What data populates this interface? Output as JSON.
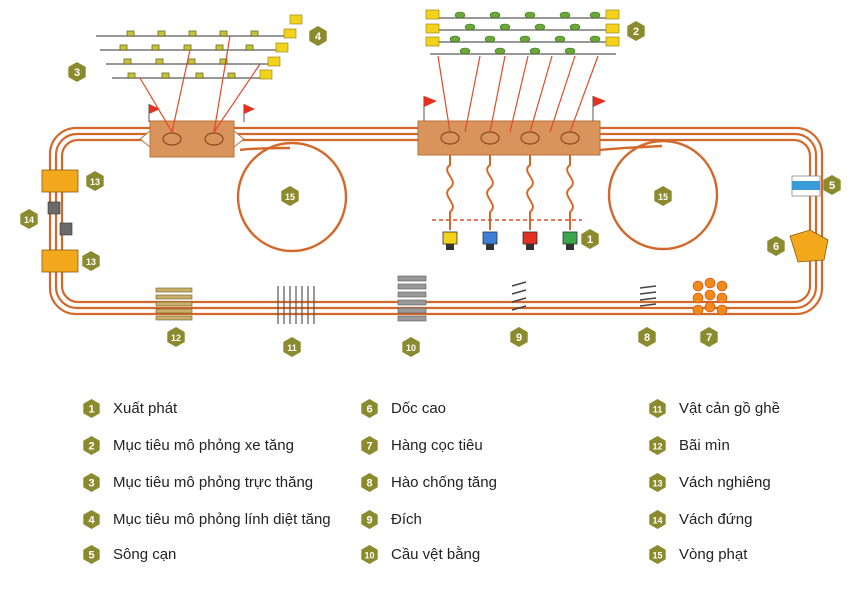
{
  "colors": {
    "track": "#d4682a",
    "platform": "#d9945c",
    "badge": "#8c8a2e",
    "flag": "#e53020",
    "water": "#3b9bd8",
    "laser": "#e04a2a"
  },
  "diagram": {
    "track_callouts": [
      {
        "id": "15",
        "name": "penalty-loop-left-number"
      },
      {
        "id": "15",
        "name": "penalty-loop-right-number"
      },
      {
        "id": "1",
        "name": "start-callout"
      },
      {
        "id": "2",
        "name": "tank-targets-callout"
      },
      {
        "id": "3",
        "name": "helicopter-targets-callout"
      },
      {
        "id": "4",
        "name": "infantry-targets-callout"
      },
      {
        "id": "5",
        "name": "dry-river-callout"
      },
      {
        "id": "6",
        "name": "steep-slope-callout"
      },
      {
        "id": "7",
        "name": "pylon-row-callout"
      },
      {
        "id": "8",
        "name": "anti-tank-ditch-callout"
      },
      {
        "id": "9",
        "name": "finish-callout"
      },
      {
        "id": "10",
        "name": "track-bridge-callout"
      },
      {
        "id": "11",
        "name": "log-obstacle-callout"
      },
      {
        "id": "12",
        "name": "minefield-callout"
      },
      {
        "id": "13",
        "name": "side-slope-upper-callout"
      },
      {
        "id": "13",
        "name": "side-slope-lower-callout"
      },
      {
        "id": "14",
        "name": "vertical-wall-callout"
      }
    ]
  },
  "legend": {
    "items": [
      {
        "num": "1",
        "label": "Xuất phát"
      },
      {
        "num": "2",
        "label": "Mục tiêu mô phỏng xe tăng"
      },
      {
        "num": "3",
        "label": "Mục tiêu mô phỏng trực thăng"
      },
      {
        "num": "4",
        "label": "Mục tiêu mô phỏng lính diệt tăng"
      },
      {
        "num": "5",
        "label": "Sông cạn"
      },
      {
        "num": "6",
        "label": "Dốc cao"
      },
      {
        "num": "7",
        "label": "Hàng cọc tiêu"
      },
      {
        "num": "8",
        "label": "Hào chống tăng"
      },
      {
        "num": "9",
        "label": "Đích"
      },
      {
        "num": "10",
        "label": "Cầu vệt bằng"
      },
      {
        "num": "11",
        "label": "Vật cản gồ ghề"
      },
      {
        "num": "12",
        "label": "Bãi mìn"
      },
      {
        "num": "13",
        "label": "Vách nghiêng"
      },
      {
        "num": "14",
        "label": "Vách đứng"
      },
      {
        "num": "15",
        "label": "Vòng phạt"
      }
    ]
  }
}
